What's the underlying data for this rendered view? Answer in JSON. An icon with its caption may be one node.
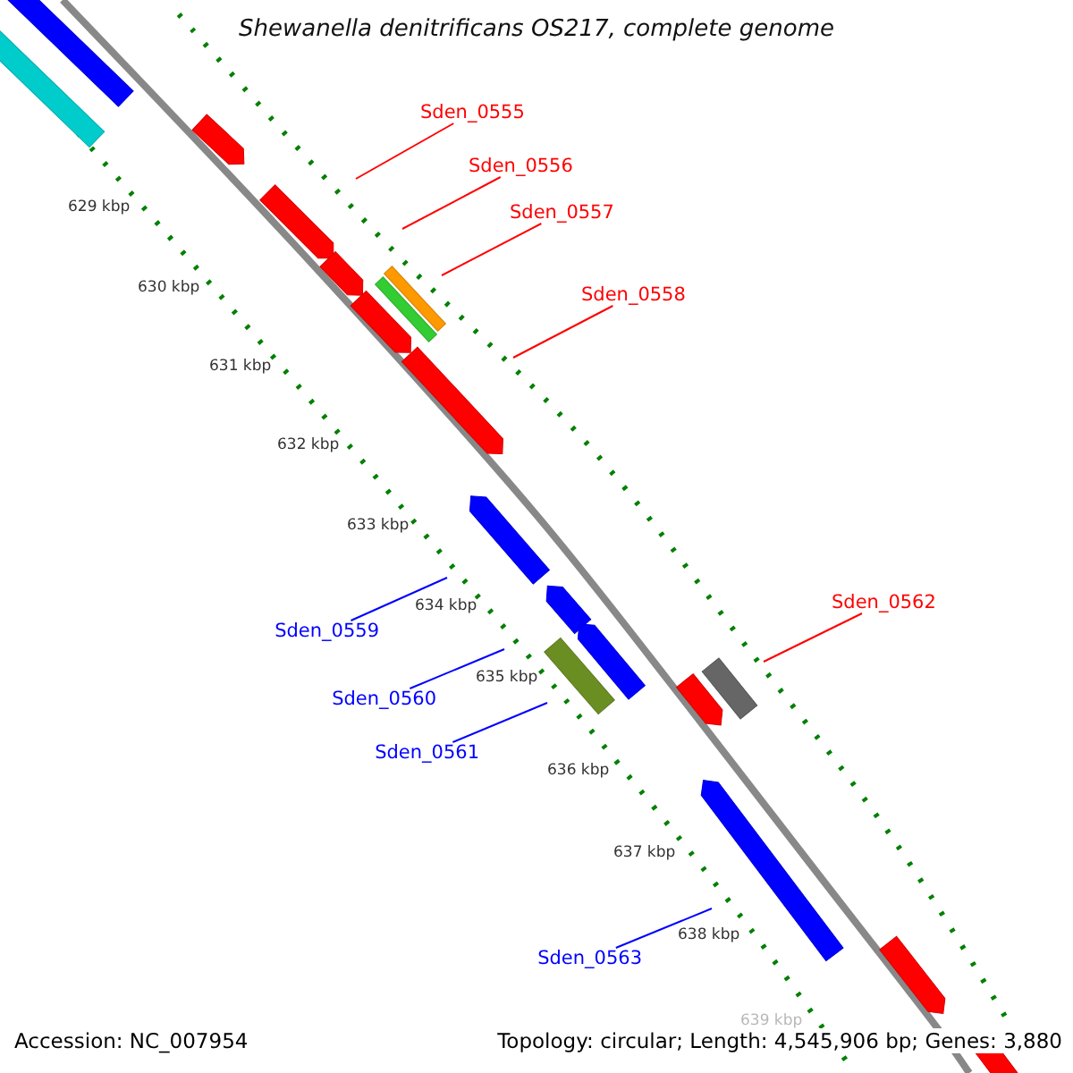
{
  "diagram": {
    "title": "Shewanella denitrificans OS217, complete genome",
    "nodes": [
      {
        "text": [
          "Sden_0555"
        ]
      },
      {
        "text": [
          "Sden_0556"
        ]
      },
      {
        "text": [
          "Sden_0557"
        ]
      },
      {
        "text": [
          "Sden_0558"
        ]
      },
      {
        "text": [
          "Sden_0559"
        ]
      },
      {
        "text": [
          "Sden_0560"
        ]
      },
      {
        "text": [
          "Sden_0561"
        ]
      },
      {
        "text": [
          "Sden_0562"
        ]
      },
      {
        "text": [
          "Sden_0563"
        ]
      }
    ],
    "edges": [
      {
        "from": 0,
        "to": null,
        "arrow": "none"
      },
      {
        "from": 1,
        "to": null,
        "arrow": "none"
      },
      {
        "from": 2,
        "to": null,
        "arrow": "none"
      },
      {
        "from": 3,
        "to": null,
        "arrow": "none"
      },
      {
        "from": 4,
        "to": null,
        "arrow": "none",
        "color": "#0000ff"
      },
      {
        "from": 5,
        "to": null,
        "arrow": "none",
        "color": "#0000ff"
      },
      {
        "from": 6,
        "to": null,
        "arrow": "none",
        "color": "#0000ff"
      },
      {
        "from": 7,
        "to": null,
        "arrow": "none"
      },
      {
        "from": 8,
        "to": null,
        "arrow": "none",
        "color": "#0000ff"
      }
    ],
    "labels": [
      "629 kbp",
      "630 kbp",
      "631 kbp",
      "632 kbp",
      "633 kbp",
      "634 kbp",
      "635 kbp",
      "636 kbp",
      "637 kbp",
      "638 kbp",
      "639 kbp",
      "Accession: NC_007954",
      "Topology: circular; Length: 4,545,906 bp; Genes: 3,880"
    ]
  }
}
